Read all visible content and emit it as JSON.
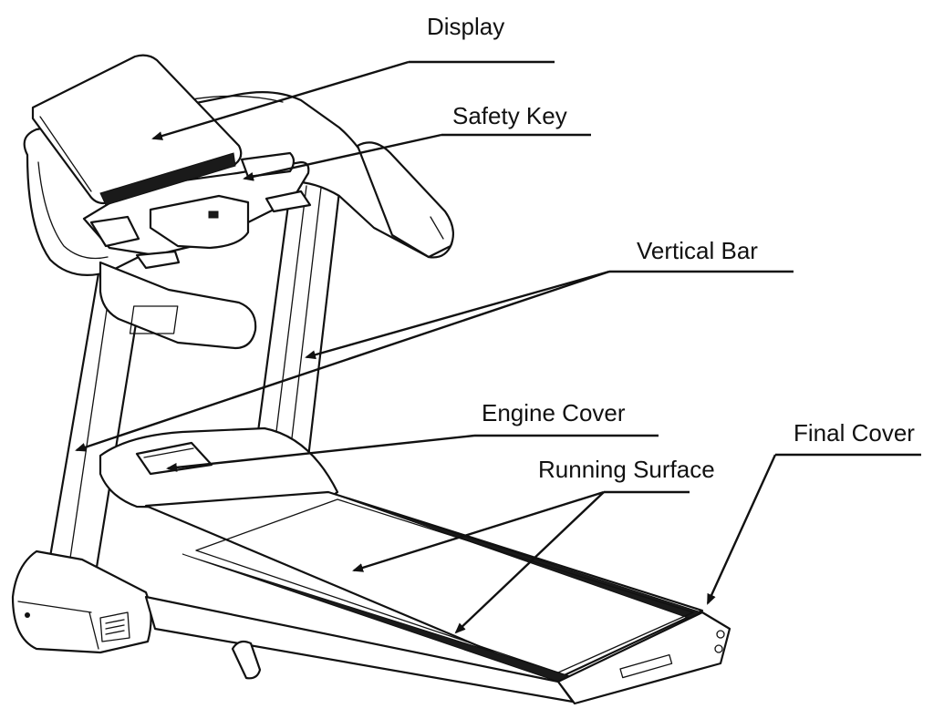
{
  "labels": {
    "display": "Display",
    "safety_key": "Safety Key",
    "vertical_bar": "Vertical Bar",
    "engine_cover": "Engine Cover",
    "final_cover": "Final Cover",
    "running_surface": "Running Surface"
  },
  "colors": {
    "line": "#111111",
    "background": "#ffffff"
  }
}
